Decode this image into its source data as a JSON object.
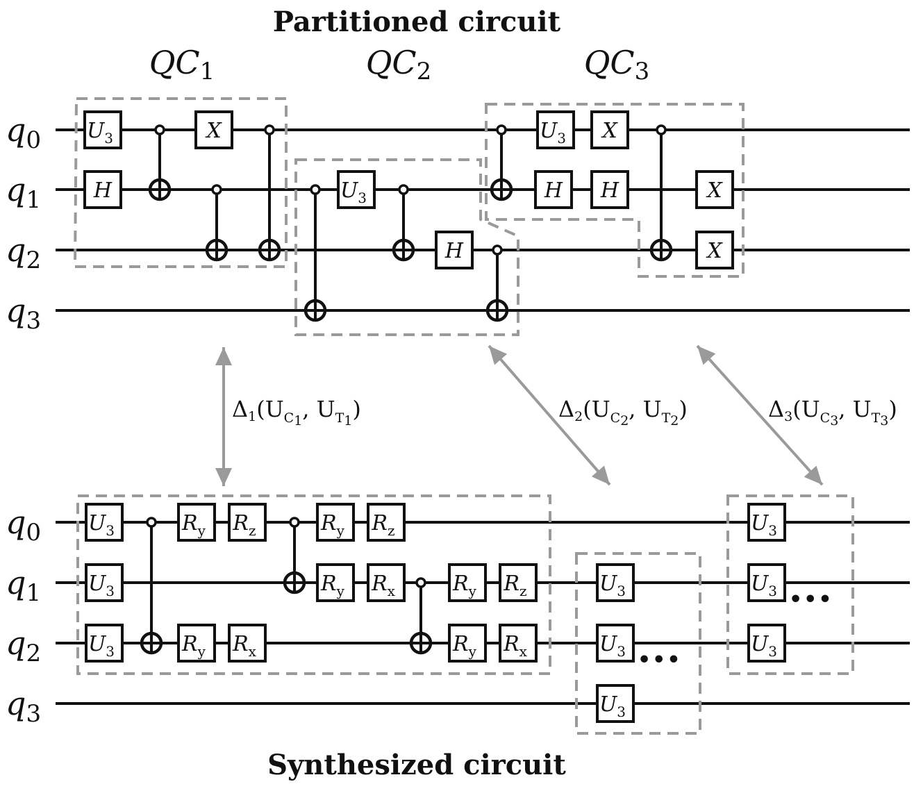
{
  "titles": {
    "top": "Partitioned circuit",
    "bottom": "Synthesized circuit"
  },
  "partition_labels": [
    {
      "base": "QC",
      "sub": "1"
    },
    {
      "base": "QC",
      "sub": "2"
    },
    {
      "base": "QC",
      "sub": "3"
    }
  ],
  "qubit_labels": [
    {
      "base": "q",
      "sub": "0"
    },
    {
      "base": "q",
      "sub": "1"
    },
    {
      "base": "q",
      "sub": "2"
    },
    {
      "base": "q",
      "sub": "3"
    }
  ],
  "distance_labels": [
    {
      "delta": "Δ",
      "idx": "1",
      "c": "C",
      "csub": "1",
      "t": "T",
      "tsub": "1"
    },
    {
      "delta": "Δ",
      "idx": "2",
      "c": "C",
      "csub": "2",
      "t": "T",
      "tsub": "2"
    },
    {
      "delta": "Δ",
      "idx": "3",
      "c": "C",
      "csub": "3",
      "t": "T",
      "tsub": "3"
    }
  ],
  "ellipsis": "•••",
  "colors": {
    "wire": "#111111",
    "partition_box": "#9a9a9a",
    "arrow": "#9a9a9a"
  }
}
